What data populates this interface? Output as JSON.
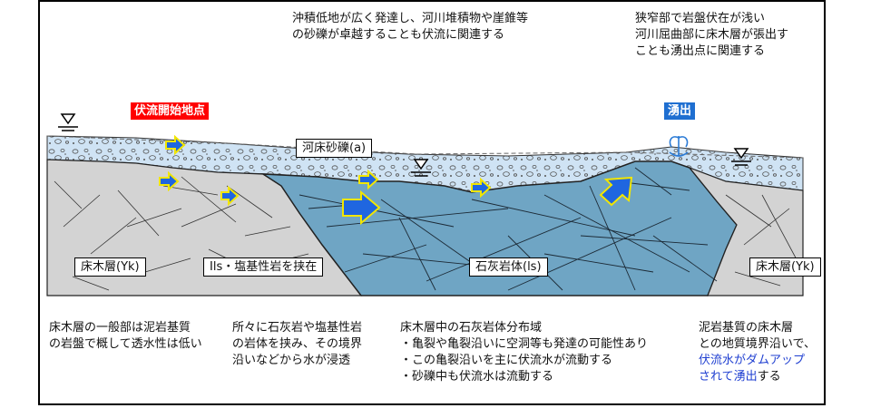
{
  "annotations": {
    "top_center": [
      "沖積低地が広く発達し、河川堆積物や崖錐等",
      "の砂礫が卓越することも伏流に関連する"
    ],
    "top_right": [
      "狭窄部で岩盤伏在が浅い",
      "河川屈曲部に床木層が張出す",
      "ことも湧出点に関連する"
    ]
  },
  "tags": {
    "start_point": "伏流開始地点",
    "spring": "湧出"
  },
  "labels": {
    "riverbed_gravel": "河床砂礫(a)",
    "tokogi_left": "床木層(Yk)",
    "interbedded": "Ils・塩基性岩を挟在",
    "limestone": "石灰岩体(ls)",
    "tokogi_right": "床木層(Yk)"
  },
  "notes": {
    "col1": [
      "床木層の一般部は泥岩基質",
      "の岩盤で概して透水性は低い"
    ],
    "col2": [
      "所々に石灰岩や塩基性岩",
      "の岩体を挟み、その境界",
      "沿いなどから水が浸透"
    ],
    "col3": [
      "床木層中の石灰岩体分布域",
      "・亀裂や亀裂沿いに空洞等も発達の可能性あり",
      "・この亀裂沿いを主に伏流水が流動する",
      "・砂礫中も伏流水は流動する"
    ],
    "col4_plain": [
      "泥岩基質の床木層",
      "との地質境界沿いで、"
    ],
    "col4_blue": [
      "伏流水がダムアップ",
      "されて湧出"
    ],
    "col4_suffix": "する"
  },
  "colors": {
    "gravel": "#cfe3f4",
    "bedrock": "#d3d3d3",
    "limestone": "#6fa5c4",
    "arrow_fill": "#1f66e0",
    "arrow_stroke": "#f2e600",
    "tag_red": "#ff0000",
    "tag_blue": "#1f6fd1"
  },
  "icons": [
    "water-level-icon",
    "spring-icon",
    "flow-arrow-icon"
  ]
}
